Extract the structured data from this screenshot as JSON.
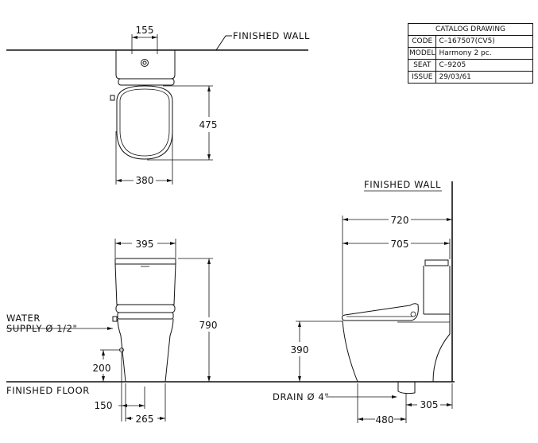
{
  "catalog": {
    "title": "CATALOG  DRAWING",
    "rows": [
      {
        "key": "CODE",
        "value": "C–167507(CV5)"
      },
      {
        "key": "MODEL",
        "value": "Harmony  2  pc."
      },
      {
        "key": "SEAT",
        "value": "C–9205"
      },
      {
        "key": "ISSUE",
        "value": "29/03/61"
      }
    ]
  },
  "labels": {
    "finished_wall_top": "FINISHED  WALL",
    "finished_wall_side": "FINISHED  WALL",
    "finished_floor": "FINISHED  FLOOR",
    "water_supply_line1": "WATER",
    "water_supply_line2": "SUPPLY Ø 1/2\"",
    "drain": "DRAIN Ø 4\""
  },
  "dimensions": {
    "top_inlet": "155",
    "top_depth": "475",
    "top_width": "380",
    "front_width": "395",
    "front_height": "790",
    "front_supply_height": "200",
    "front_supply_offset": "150",
    "front_base": "265",
    "side_overall": "720",
    "side_body": "705",
    "side_seat_height": "390",
    "side_drain_base": "480",
    "side_drain_offset": "305"
  }
}
